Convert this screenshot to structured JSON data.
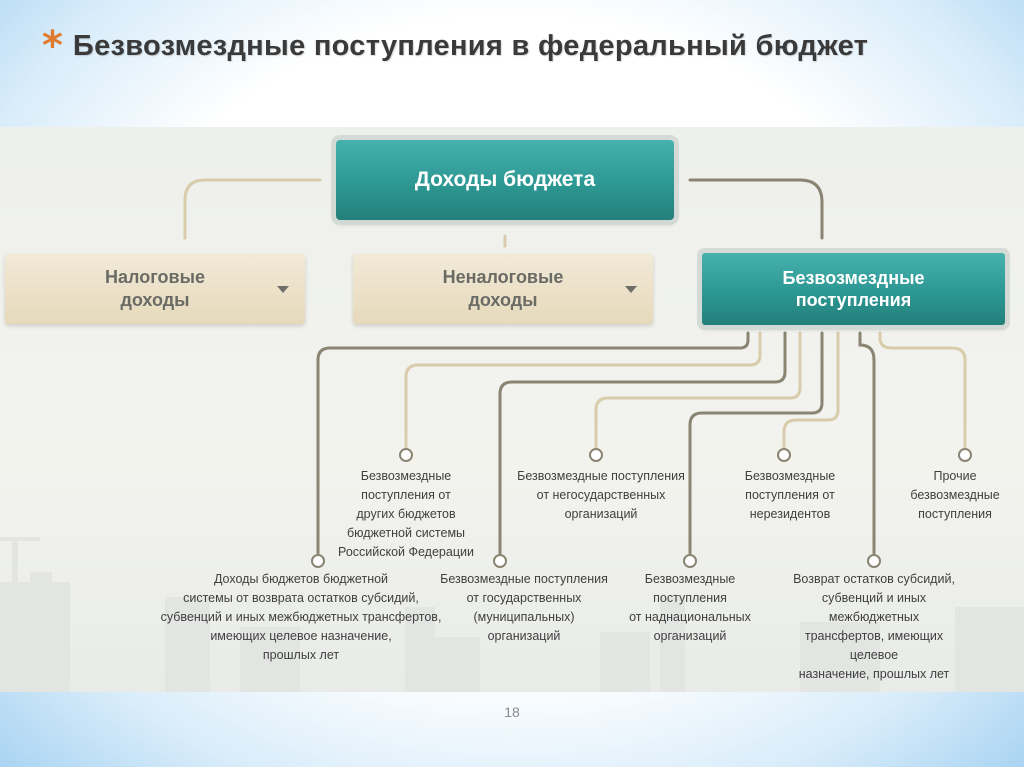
{
  "header": {
    "bullet": "*",
    "title": "Безвозмездные поступления в федеральный бюджет"
  },
  "diagram": {
    "root": "Доходы бюджета",
    "branches": {
      "tax": "Налоговые\nдоходы",
      "nontax": "Неналоговые\nдоходы",
      "gratuitous": "Безвозмездные\nпоступления"
    },
    "leaves": {
      "other_budgets": "Безвозмездные\nпоступления от\nдругих бюджетов\nбюджетной системы\nРоссийской Федерации",
      "nonstate_orgs": "Безвозмездные поступления\nот негосударственных\nорганизаций",
      "nonresidents": "Безвозмездные\nпоступления от\nнерезидентов",
      "other": "Прочие\nбезвозмездные\nпоступления",
      "returns_prior": "Доходы бюджетов бюджетной\nсистемы от возврата остатков субсидий,\nсубвенций и иных межбюджетных трансфертов,\nимеющих целевое назначение,\nпрошлых лет",
      "state_orgs": "Безвозмездные поступления\nот государственных\n(муниципальных)\nорганизаций",
      "supranational": "Безвозмездные\nпоступления\nот наднациональных\nорганизаций",
      "return_balances": "Возврат остатков субсидий,\nсубвенций и иных\nмежбюджетных\nтрансфертов, имеющих\nцелевое\nназначение, прошлых лет"
    },
    "colors": {
      "teal": "#2d9893",
      "beige": "#e6d9bb",
      "connector_dark": "#8a8473",
      "connector_light": "#d9ccab",
      "bullet": "#e07a2c"
    }
  },
  "footer": {
    "page_number": "18"
  }
}
